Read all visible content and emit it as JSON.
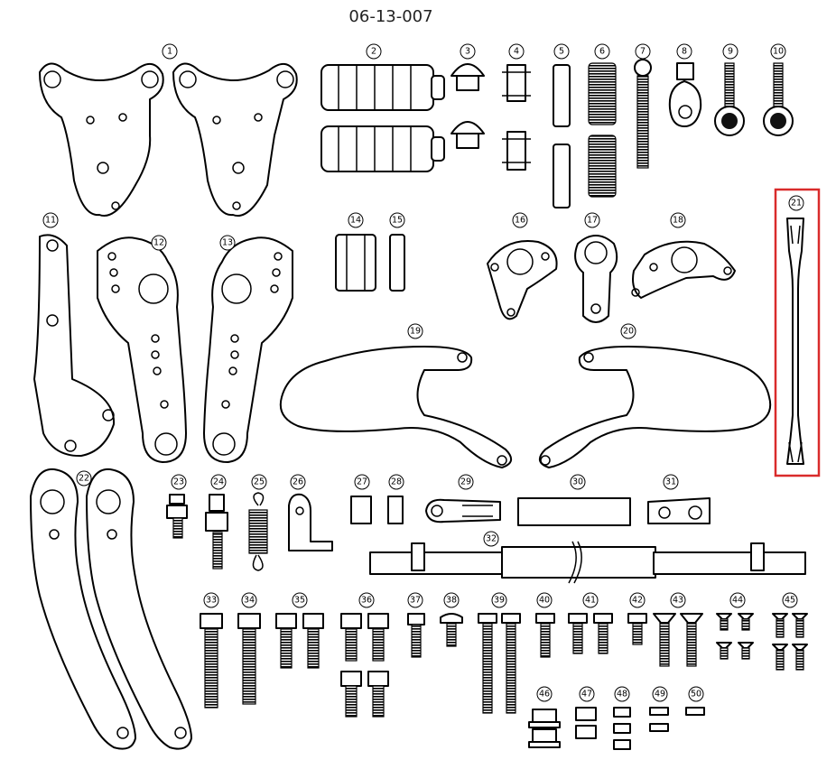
{
  "diagram": {
    "code": "06-13-007",
    "highlight_color": "#d92b2b",
    "highlighted_part": "21",
    "parts": [
      {
        "label": "1"
      },
      {
        "label": "2"
      },
      {
        "label": "3"
      },
      {
        "label": "4"
      },
      {
        "label": "5"
      },
      {
        "label": "6"
      },
      {
        "label": "7"
      },
      {
        "label": "8"
      },
      {
        "label": "9"
      },
      {
        "label": "10"
      },
      {
        "label": "11"
      },
      {
        "label": "12"
      },
      {
        "label": "13"
      },
      {
        "label": "14"
      },
      {
        "label": "15"
      },
      {
        "label": "16"
      },
      {
        "label": "17"
      },
      {
        "label": "18"
      },
      {
        "label": "19"
      },
      {
        "label": "20"
      },
      {
        "label": "21"
      },
      {
        "label": "22"
      },
      {
        "label": "23"
      },
      {
        "label": "24"
      },
      {
        "label": "25"
      },
      {
        "label": "26"
      },
      {
        "label": "27"
      },
      {
        "label": "28"
      },
      {
        "label": "29"
      },
      {
        "label": "30"
      },
      {
        "label": "31"
      },
      {
        "label": "32"
      },
      {
        "label": "33"
      },
      {
        "label": "34"
      },
      {
        "label": "35"
      },
      {
        "label": "36"
      },
      {
        "label": "37"
      },
      {
        "label": "38"
      },
      {
        "label": "39"
      },
      {
        "label": "40"
      },
      {
        "label": "41"
      },
      {
        "label": "42"
      },
      {
        "label": "43"
      },
      {
        "label": "44"
      },
      {
        "label": "45"
      },
      {
        "label": "46"
      },
      {
        "label": "47"
      },
      {
        "label": "48"
      },
      {
        "label": "49"
      },
      {
        "label": "50"
      }
    ]
  }
}
